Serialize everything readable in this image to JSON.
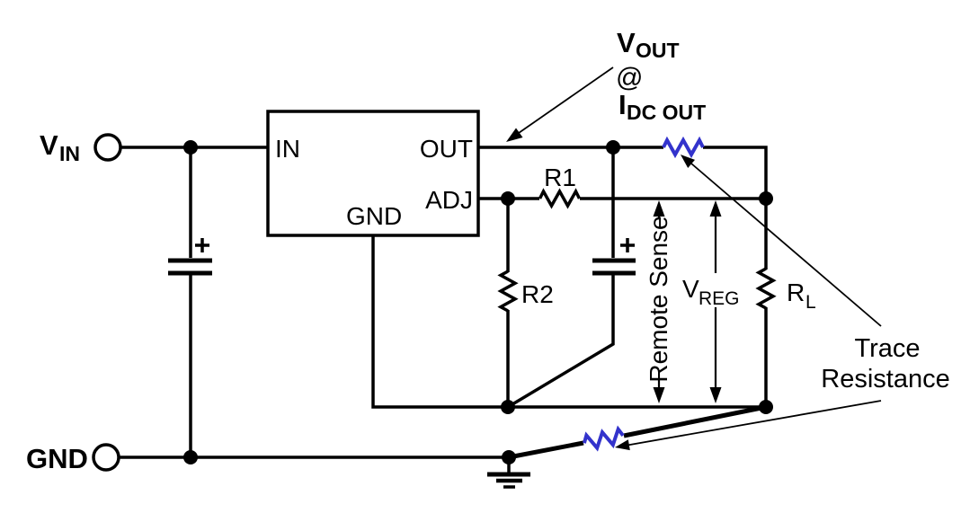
{
  "figure": {
    "background": "#ffffff",
    "wire_color": "#000000",
    "trace_resistance_color": "#3333cc",
    "input_terminal": {
      "main": "V",
      "sub": "IN"
    },
    "ground_terminal": {
      "label": "GND"
    },
    "regulator": {
      "pins": {
        "in": "IN",
        "out": "OUT",
        "adj": "ADJ",
        "gnd": "GND"
      }
    },
    "resistors": {
      "r1": "R1",
      "r2": "R2",
      "load_main": "R",
      "load_sub": "L"
    },
    "annotations": {
      "vout": {
        "main": "V",
        "sub": "OUT"
      },
      "at": "@",
      "idc": {
        "main": "I",
        "sub": "DC OUT"
      },
      "remote_sense": "Remote Sense",
      "vreg": {
        "main": "V",
        "sub": "REG"
      },
      "trace_resistance": {
        "line1": "Trace",
        "line2": "Resistance"
      }
    }
  }
}
